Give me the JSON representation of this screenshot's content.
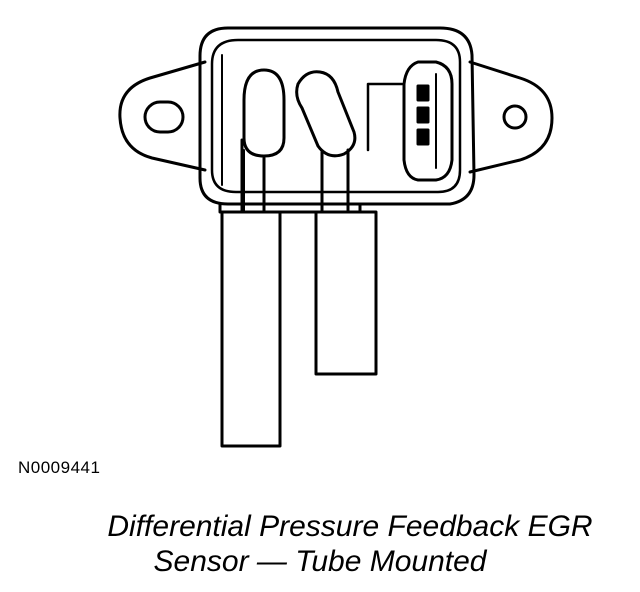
{
  "figure": {
    "reference_id": "N0009441",
    "caption_line1": "Differential Pressure Feedback EGR",
    "caption_line2": "Sensor — Tube Mounted"
  }
}
